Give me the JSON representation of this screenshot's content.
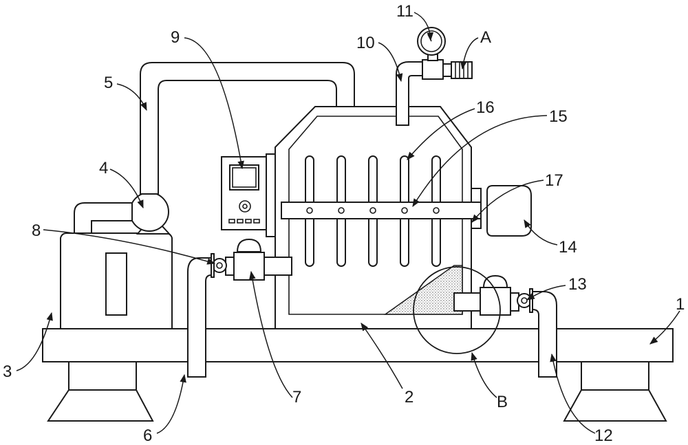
{
  "labels": {
    "l1": "1",
    "l2": "2",
    "l3": "3",
    "l4": "4",
    "l5": "5",
    "l6": "6",
    "l7": "7",
    "l8": "8",
    "l9": "9",
    "l10": "10",
    "l11": "11",
    "l12": "12",
    "l13": "13",
    "l14": "14",
    "l15": "15",
    "l16": "16",
    "l17": "17",
    "lA": "A",
    "lB": "B"
  }
}
